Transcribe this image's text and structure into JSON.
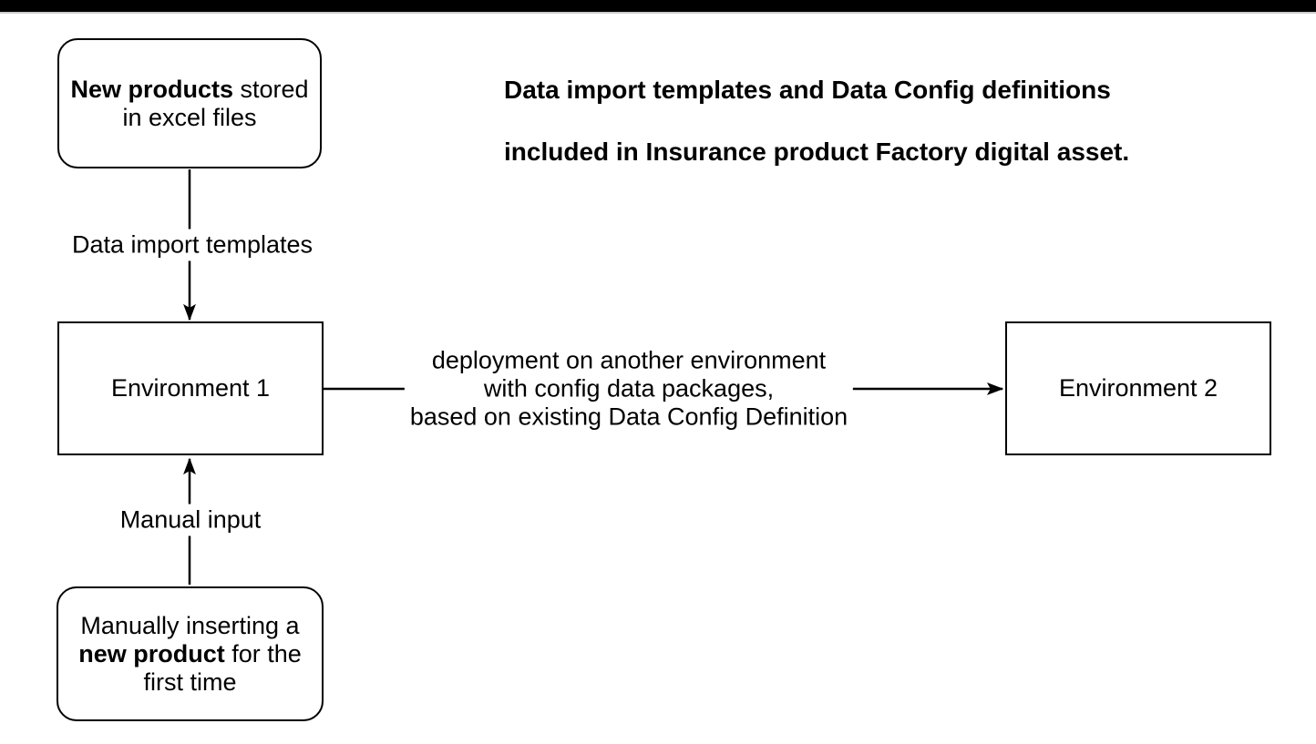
{
  "heading": {
    "line1": "Data import templates and Data Config definitions",
    "line2": "included in Insurance product Factory digital asset."
  },
  "nodes": {
    "excel": {
      "line1_bold": "New products",
      "line1_rest": " stored",
      "line2": "in excel files"
    },
    "env1": {
      "label": "Environment 1"
    },
    "env2": {
      "label": "Environment 2"
    },
    "manual": {
      "line1": "Manually inserting a",
      "line2_bold": "new product",
      "line2_rest": " for the",
      "line3": "first time"
    }
  },
  "edges": {
    "import": {
      "label": "Data import templates"
    },
    "deploy": {
      "line1": "deployment on another environment",
      "line2": "with config data packages,",
      "line3": "based on existing Data Config Definition"
    },
    "manual_input": {
      "label": "Manual input"
    }
  },
  "colors": {
    "stroke": "#000000",
    "background": "#ffffff",
    "top_bar": "#000000"
  }
}
